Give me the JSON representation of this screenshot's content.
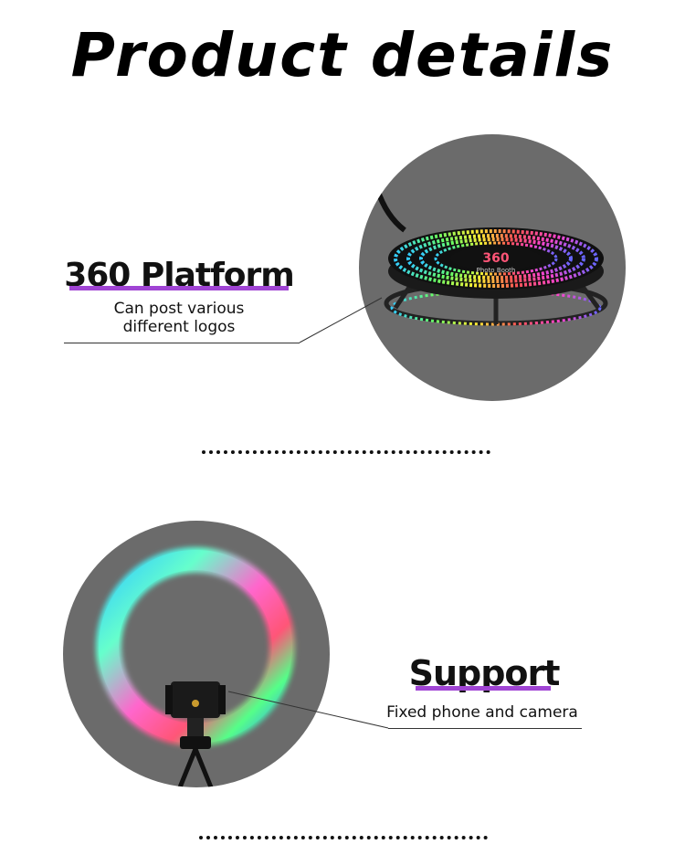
{
  "page": {
    "title": "Product details"
  },
  "platform": {
    "heading": "360 Platform",
    "description_line1": "Can post various",
    "description_line2": "different logos",
    "logo_text": "360",
    "logo_subtext": "Photo Booth"
  },
  "support": {
    "heading": "Support",
    "description": "Fixed phone and camera"
  },
  "colors": {
    "accent_underline": "#a044d4",
    "circle_bg": "#6b6b6b"
  }
}
